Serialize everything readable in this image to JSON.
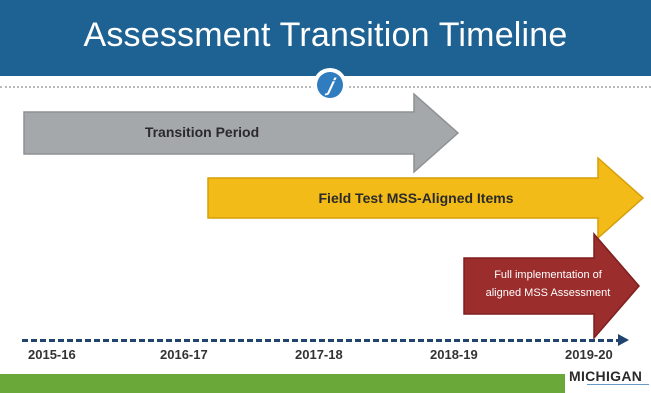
{
  "title": "Assessment Transition Timeline",
  "arrows": [
    {
      "label": "Transition Period",
      "color": "#a5a8ab"
    },
    {
      "label": "Field Test MSS-Aligned Items",
      "color": "#f2bb18"
    },
    {
      "label_line1": "Full implementation of",
      "label_line2": "aligned MSS Assessment",
      "color": "#9b2d2d"
    }
  ],
  "years": [
    "2015-16",
    "2016-17",
    "2017-18",
    "2018-19",
    "2019-20"
  ],
  "footer": {
    "logo_text": "MICHIGAN"
  },
  "colors": {
    "header": "#1e6293",
    "timeline": "#21446e",
    "footer_bar": "#6aa83a"
  }
}
